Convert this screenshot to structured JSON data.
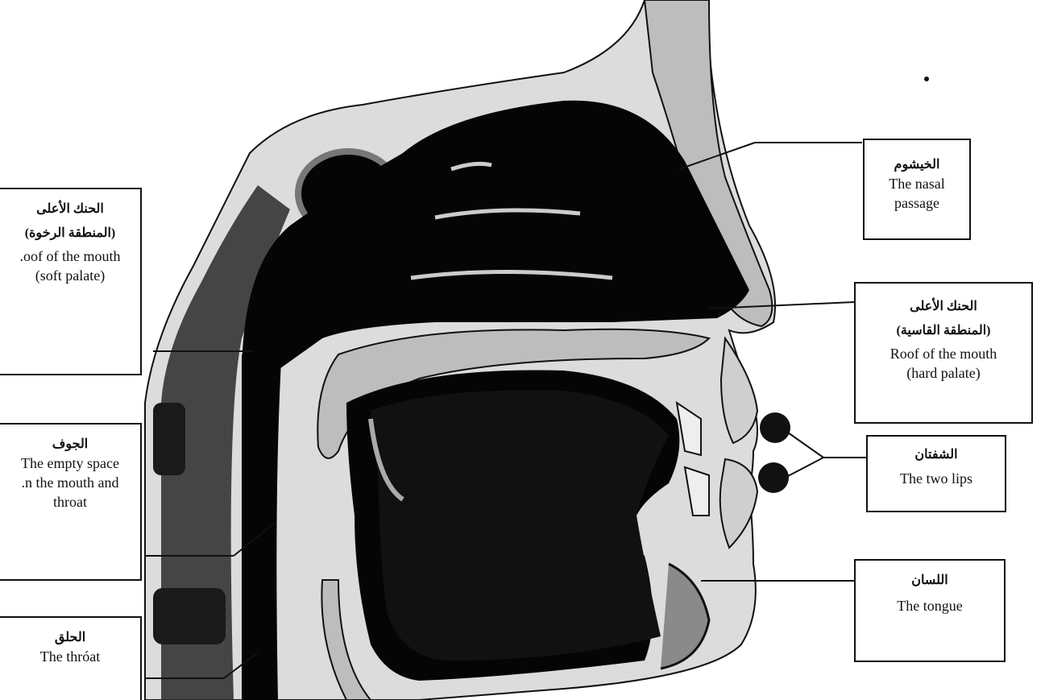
{
  "labels": {
    "nasal": {
      "ar": "الخيشوم",
      "en_1": "The nasal",
      "en_2": "passage"
    },
    "soft_palate": {
      "ar_1": "الحنك الأعلى",
      "ar_2": "(المنطقة الرخوة)",
      "en_1": ".oof of the mouth",
      "en_2": "(soft palate)"
    },
    "hard_palate": {
      "ar_1": "الحنك الأعلى",
      "ar_2": "(المنطقة القاسية)",
      "en_1": "Roof of the mouth",
      "en_2": "(hard palate)"
    },
    "empty_space": {
      "ar": "الجوف",
      "en_1": "The empty space",
      "en_2": ".n the mouth and",
      "en_3": "throat"
    },
    "lips": {
      "ar": "الشفتان",
      "en": "The two lips"
    },
    "tongue": {
      "ar": "اللسان",
      "en": "The tongue"
    },
    "throat": {
      "ar": "الحلق",
      "en": "The thróat"
    }
  },
  "colors": {
    "ink": "#111111",
    "tissue": "#e8e8e8",
    "cavity": "#050505",
    "paper": "#ffffff"
  }
}
